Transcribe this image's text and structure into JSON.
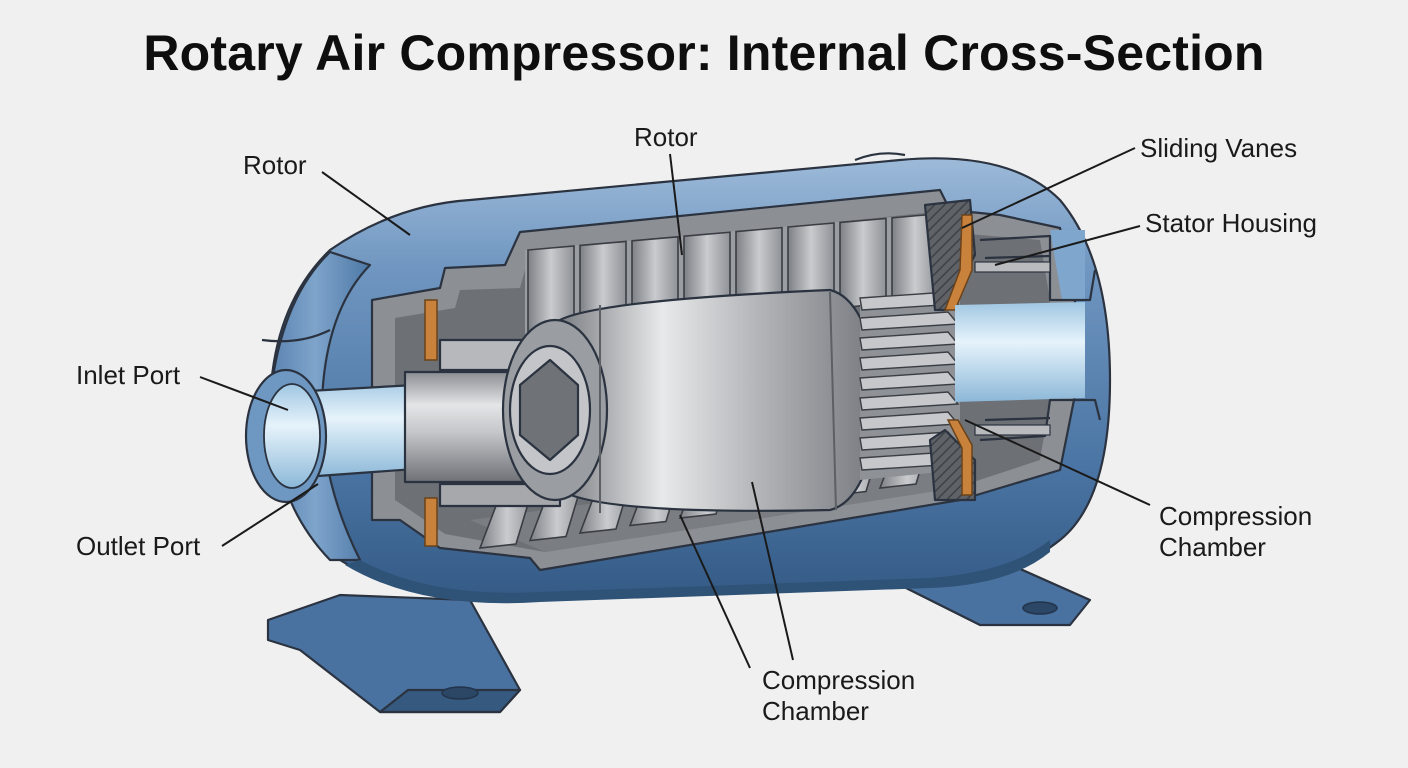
{
  "title": "Rotary Air Compressor: Internal Cross-Section",
  "labels": {
    "rotor_left": "Rotor",
    "rotor_top": "Rotor",
    "sliding_vanes": "Sliding Vanes",
    "stator_housing": "Stator Housing",
    "inlet_port": "Inlet Port",
    "outlet_port": "Outlet Port",
    "compression_chamber_right": [
      "Compression",
      "Chamber"
    ],
    "compression_chamber_bottom": [
      "Compression",
      "Chamber"
    ]
  },
  "colors": {
    "background": "#f0f0f0",
    "housing_blue": "#4d78a6",
    "housing_light": "#8fb0d2",
    "cutface_gray": "#8c8f94",
    "metal_light": "#d9dadc",
    "gasket_orange": "#c8823c",
    "bore_blue": "#bfdcee"
  }
}
